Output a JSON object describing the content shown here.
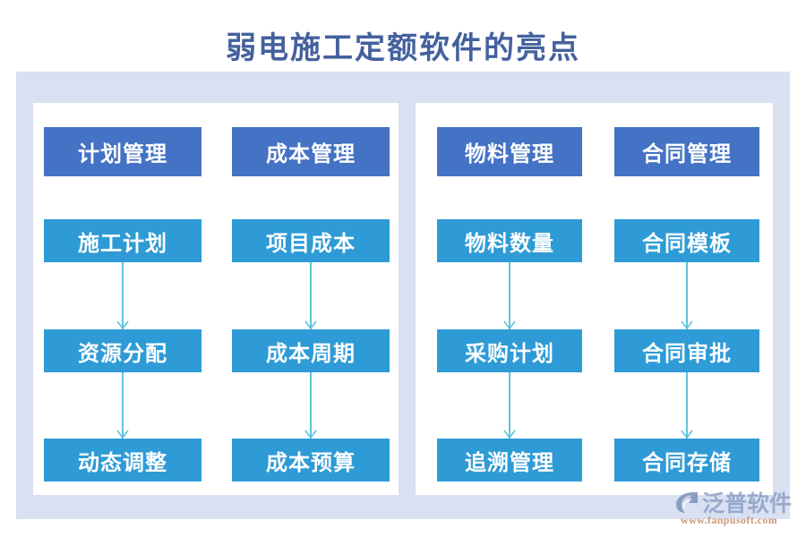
{
  "page": {
    "title": "弱电施工定额软件的亮点",
    "title_color": "#44619D",
    "background": "#FFFFFF",
    "panel_color": "#D9E0F2",
    "inner_panel_color": "#FFFFFF",
    "header_box_color": "#4472C4",
    "item_box_color": "#2E9BD6",
    "arrow_color": "#5FC4DC"
  },
  "groups": [
    {
      "header": "计划管理",
      "items": [
        "施工计划",
        "资源分配",
        "动态调整"
      ]
    },
    {
      "header": "成本管理",
      "items": [
        "项目成本",
        "成本周期",
        "成本预算"
      ]
    },
    {
      "header": "物料管理",
      "items": [
        "物料数量",
        "采购计划",
        "追溯管理"
      ]
    },
    {
      "header": "合同管理",
      "items": [
        "合同模板",
        "合同审批",
        "合同存储"
      ]
    }
  ],
  "watermark": {
    "brand": "泛普软件",
    "url": "www.fanpusoft.com",
    "icon": "swoosh-logo-icon"
  }
}
